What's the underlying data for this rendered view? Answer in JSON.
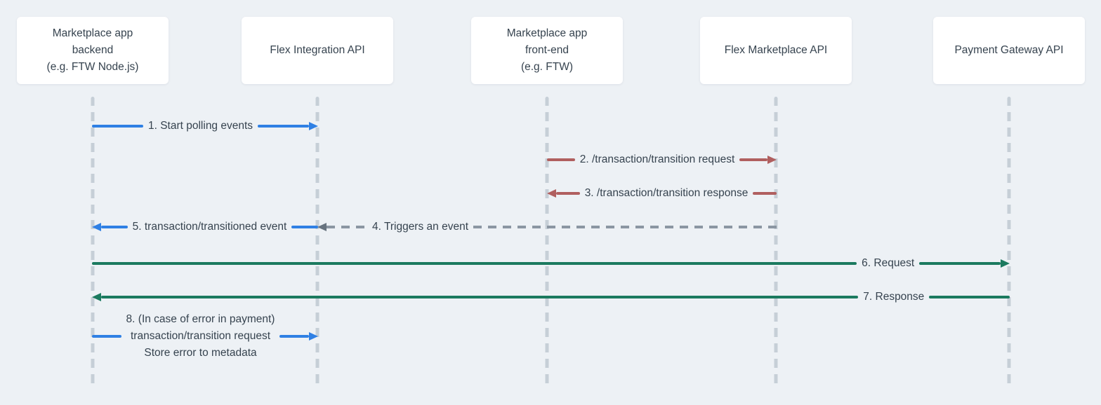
{
  "colors": {
    "background": "#edf1f5",
    "participant_bg": "#ffffff",
    "text": "#36434f",
    "lifeline": "#c6cfd7",
    "blue_arrow": "#2f80e4",
    "red_arrow": "#b05f5f",
    "green_arrow": "#1b7a5f",
    "gray_dashed_arrow": "#8b96a2"
  },
  "participants": [
    {
      "label": "Marketplace app\nbackend\n(e.g. FTW Node.js)"
    },
    {
      "label": "Flex Integration API"
    },
    {
      "label": "Marketplace app\nfront-end\n(e.g. FTW)"
    },
    {
      "label": "Flex Marketplace API"
    },
    {
      "label": "Payment Gateway API"
    }
  ],
  "messages": [
    {
      "label": "1. Start polling events",
      "from": "Marketplace app backend",
      "to": "Flex Integration API",
      "direction": "right",
      "style": "solid",
      "color": "#2f80e4"
    },
    {
      "label": "2. /transaction/transition request",
      "from": "Marketplace app front-end",
      "to": "Flex Marketplace API",
      "direction": "right",
      "style": "solid",
      "color": "#b05f5f"
    },
    {
      "label": "3. /transaction/transition response",
      "from": "Flex Marketplace API",
      "to": "Marketplace app front-end",
      "direction": "left",
      "style": "solid",
      "color": "#b05f5f"
    },
    {
      "label": "4. Triggers an event",
      "from": "Flex Marketplace API",
      "to": "Flex Integration API",
      "direction": "left",
      "style": "dashed",
      "color": "#8b96a2"
    },
    {
      "label": "5. transaction/transitioned event",
      "from": "Flex Integration API",
      "to": "Marketplace app backend",
      "direction": "left",
      "style": "solid",
      "color": "#2f80e4"
    },
    {
      "label": "6. Request",
      "from": "Marketplace app backend",
      "to": "Payment Gateway API",
      "direction": "right",
      "style": "solid",
      "color": "#1b7a5f"
    },
    {
      "label": "7. Response",
      "from": "Payment Gateway API",
      "to": "Marketplace app backend",
      "direction": "left",
      "style": "solid",
      "color": "#1b7a5f"
    },
    {
      "lines": [
        "8. (In case of error in payment)",
        "transaction/transition request",
        "Store error to metadata"
      ],
      "from": "Marketplace app backend",
      "to": "Flex Integration API",
      "direction": "right",
      "style": "solid",
      "color": "#2f80e4"
    }
  ]
}
